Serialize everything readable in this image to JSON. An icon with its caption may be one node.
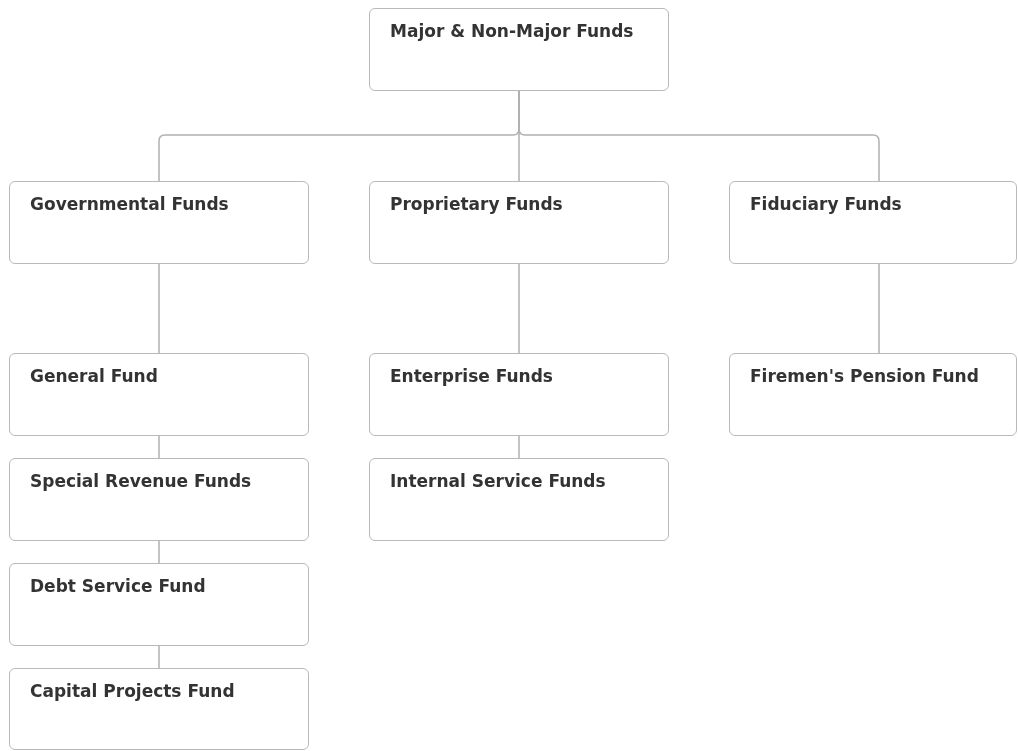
{
  "diagram": {
    "nodes": [
      {
        "text": [
          "Major & Non-Major Funds"
        ]
      },
      {
        "text": [
          "Governmental Funds"
        ]
      },
      {
        "text": [
          "Proprietary Funds"
        ]
      },
      {
        "text": [
          "Fiduciary Funds"
        ]
      },
      {
        "text": [
          "General Fund"
        ]
      },
      {
        "text": [
          "Enterprise Funds"
        ]
      },
      {
        "text": [
          "Firemen's Pension Fund"
        ]
      },
      {
        "text": [
          "Special Revenue Funds"
        ]
      },
      {
        "text": [
          "Internal Service Funds"
        ]
      },
      {
        "text": [
          "Debt Service Fund"
        ]
      },
      {
        "text": [
          "Capital Projects Fund"
        ]
      }
    ],
    "edges": [
      {
        "from": 0,
        "to": 1,
        "arrow": "none"
      },
      {
        "from": 0,
        "to": 2,
        "arrow": "none"
      },
      {
        "from": 0,
        "to": 3,
        "arrow": "none"
      },
      {
        "from": 1,
        "to": 4,
        "arrow": "none"
      },
      {
        "from": 4,
        "to": 7,
        "arrow": "none"
      },
      {
        "from": 7,
        "to": 9,
        "arrow": "none"
      },
      {
        "from": 9,
        "to": 10,
        "arrow": "none"
      },
      {
        "from": 2,
        "to": 5,
        "arrow": "none"
      },
      {
        "from": 5,
        "to": 8,
        "arrow": "none"
      },
      {
        "from": 3,
        "to": 6,
        "arrow": "none"
      }
    ]
  }
}
